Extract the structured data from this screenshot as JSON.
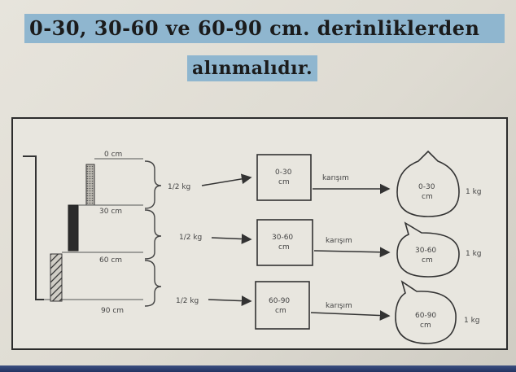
{
  "slide": {
    "title_line1": "0-30,  30-60  ve  60-90 cm. derinliklerden",
    "title_line2": "alınmalıdır."
  },
  "diagram": {
    "depth_labels": [
      "0 cm",
      "30 cm",
      "60 cm",
      "90 cm"
    ],
    "rows": [
      {
        "amount": "1/2 kg",
        "box": [
          "0-30",
          "cm"
        ],
        "mix_label": "karışım",
        "bag": [
          "0-30",
          "cm"
        ],
        "result": "1 kg"
      },
      {
        "amount": "1/2 kg",
        "box": [
          "30-60",
          "cm"
        ],
        "mix_label": "karışım",
        "bag": [
          "30-60",
          "cm"
        ],
        "result": "1 kg"
      },
      {
        "amount": "1/2 kg",
        "box": [
          "60-90",
          "cm"
        ],
        "mix_label": "karışım",
        "bag": [
          "60-90",
          "cm"
        ],
        "result": "1 kg"
      }
    ]
  }
}
